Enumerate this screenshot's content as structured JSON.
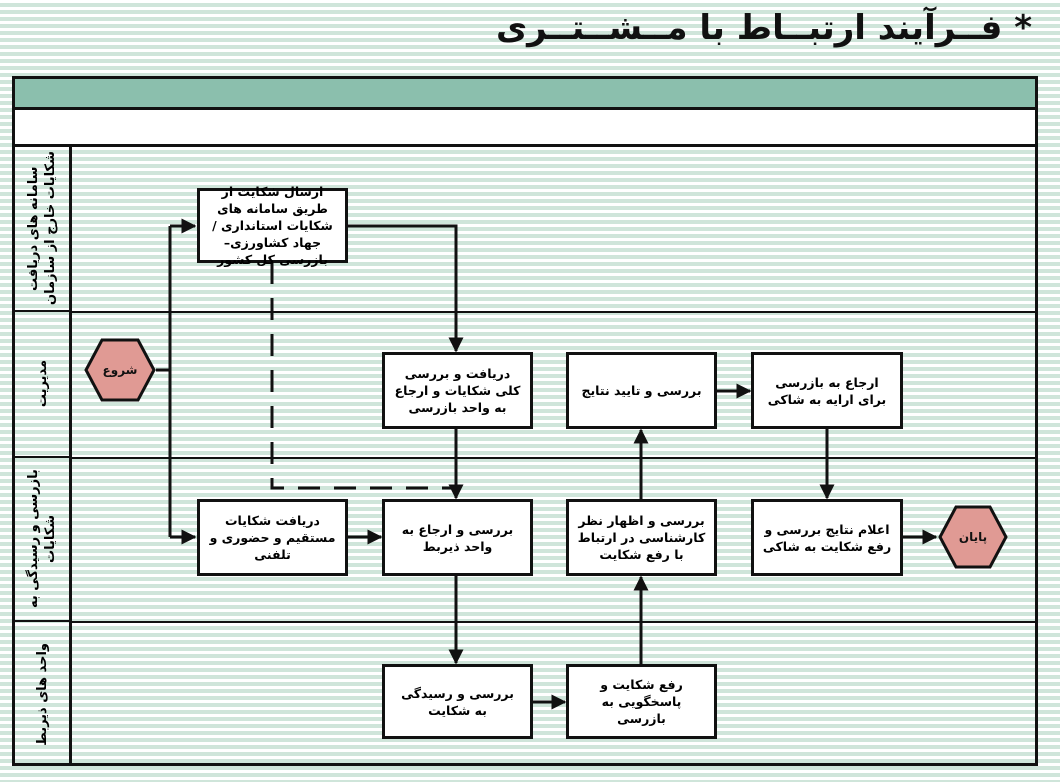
{
  "title": "* فــرآیند ارتبــاط با مــشــتــری",
  "lanes": [
    {
      "label": "سامانه های دریافت شکایات خارج از سازمان"
    },
    {
      "label": "مدیریت"
    },
    {
      "label": "بازرسی و رسیدگی به شکایات"
    },
    {
      "label": "واحد های ذیربط"
    }
  ],
  "nodes": {
    "start": "شروع",
    "end": "پایان",
    "send_complaint": "ارسال شکایت از طریق سامانه های شکایات استانداری / جهاد کشاورزی–بازرسی کل کشور",
    "receive_review": "دریافت و بررسی کلی شکایات و ارجاع به واحد بازرسی",
    "confirm_results": "بررسی و تایید نتایج",
    "refer_to_inspection": "ارجاع به بازرسی برای ارایه به شاکی",
    "receive_direct": "دریافت شکایات مستقیم و حضوری و تلفنی",
    "review_refer_unit": "بررسی و ارجاع به واحد ذیربط",
    "expert_opinion": "بررسی و اظهار نظر کارشناسی در ارتباط با رفع شکایت",
    "announce_results": "اعلام نتایج بررسی و رفع شکایت به شاکی",
    "investigate": "بررسی و رسیدگی به شکایت",
    "resolve_respond": "رفع شکایت و پاسخگویی به بازرسی"
  },
  "colors": {
    "header_band": "#8bbfad",
    "terminal": "#e09a94",
    "stripe": "#cfe5da"
  }
}
